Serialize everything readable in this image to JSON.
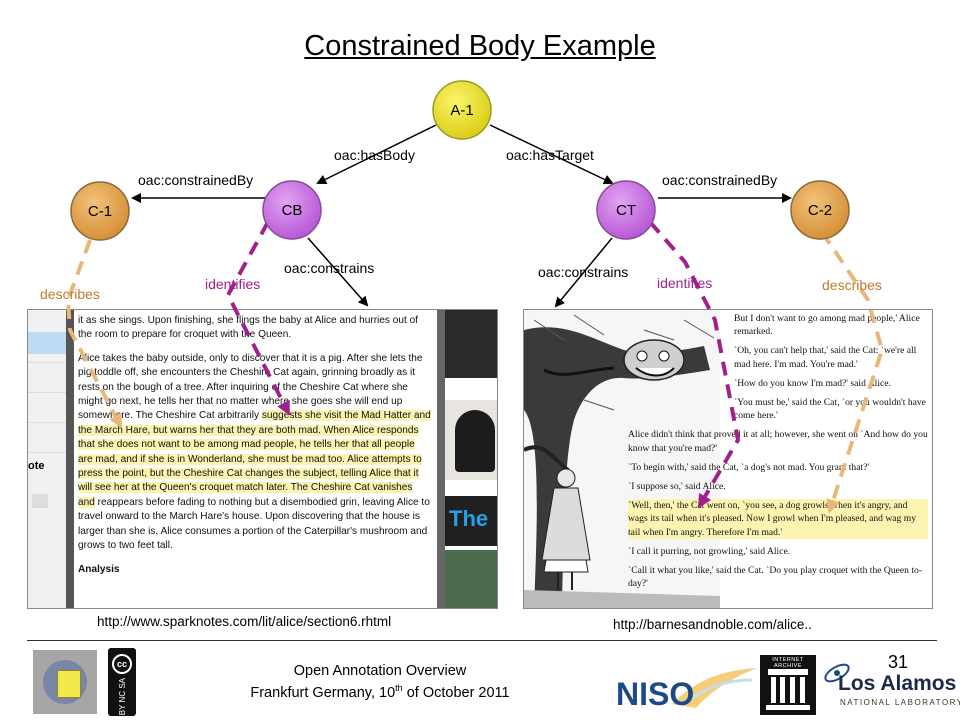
{
  "title": "Constrained Body Example",
  "nodes": {
    "a1": "A-1",
    "cb": "CB",
    "ct": "CT",
    "c1": "C-1",
    "c2": "C-2"
  },
  "edges": {
    "has_body": "oac:hasBody",
    "has_target": "oac:hasTarget",
    "constrained_by_left": "oac:constrainedBy",
    "constrained_by_right": "oac:constrainedBy",
    "constrains_left": "oac:constrains",
    "constrains_right": "oac:constrains",
    "identifies_left": "identifies",
    "identifies_right": "identifies",
    "describes_left": "describes",
    "describes_right": "describes"
  },
  "colors": {
    "yellow_node": "#ece020",
    "purple_node": "#c86ae0",
    "orange_node": "#e3a24c",
    "identifies": "#a0208c",
    "describes": "#e8b77a",
    "describes_text": "#c07a2a"
  },
  "left_page": {
    "sidebar_note": "ote",
    "p1": "it as she sings. Upon finishing, she flings the baby at Alice and hurries out of the room to prepare for croquet with the Queen.",
    "p2_a": "Alice takes the baby outside, only to discover that it is a pig. After she lets the pig toddle off, she encounters the Cheshire Cat again, grinning broadly as it rests on the bough of a tree. After inquiring of the Cheshire Cat where she might go next, he tells her that no matter where she goes she will end up somewhere. The Cheshire Cat arbitrarily ",
    "p2_hl": "suggests she visit the Mad Hatter and the March Hare, but warns her that they are both mad. When Alice responds that she does not want to be among mad people, he tells her that all people are mad, and if she is in Wonderland, she must be mad too. Alice attempts to press the point, but the Cheshire Cat changes the subject, telling Alice that it will see her at the Queen's croquet match later. The Cheshire Cat vanishes and",
    "p2_b": " reappears before fading to nothing but a disembodied grin, leaving Alice to travel onward to the March Hare's house. Upon discovering that the house is larger than she is, Alice consumes a portion of the Caterpillar's mushroom and grows to two feet tall.",
    "analysis": "Analysis",
    "ad_text": "The"
  },
  "right_page": {
    "p1": "But I don't want to go among mad people,' Alice remarked.",
    "p2": "`Oh, you can't help that,' said the Cat: `we're all mad here. I'm mad. You're mad.'",
    "p3": "`How do you know I'm mad?' said Alice.",
    "p4": "`You must be,' said the Cat, `or you wouldn't have come here.'",
    "p5": "Alice didn't think that proved it at all; however, she went on `And how do you know that you're mad?'",
    "p6": "`To begin with,' said the Cat, `a dog's not mad. You grant that?'",
    "p7": "`I suppose so,' said Alice.",
    "p8": "`Well, then,' the Cat went on, `you see, a dog growls when it's angry, and wags its tail when it's pleased. Now I growl when I'm pleased, and wag my tail when I'm angry. Therefore I'm mad.'",
    "p9": "`I call it purring, not growling,' said Alice.",
    "p10": "`Call it what you like,' said the Cat. `Do you play croquet with the Queen to-day?'"
  },
  "urls": {
    "left": "http://www.sparknotes.com/lit/alice/section6.rhtml",
    "right": "http://barnesandnoble.com/alice.."
  },
  "footer": {
    "line1": "Open Annotation Overview",
    "line2_a": "Frankfurt Germany, 10",
    "line2_sup": "th",
    "line2_b": " of October 2011",
    "page_number": "31"
  },
  "logos": {
    "niso": "NISO",
    "archive": "INTERNET ARCHIVE",
    "los_alamos": "Los Alamos",
    "los_alamos_sub": "NATIONAL LABORATORY",
    "cc": "cc",
    "cc_badges": "BY NC SA"
  }
}
